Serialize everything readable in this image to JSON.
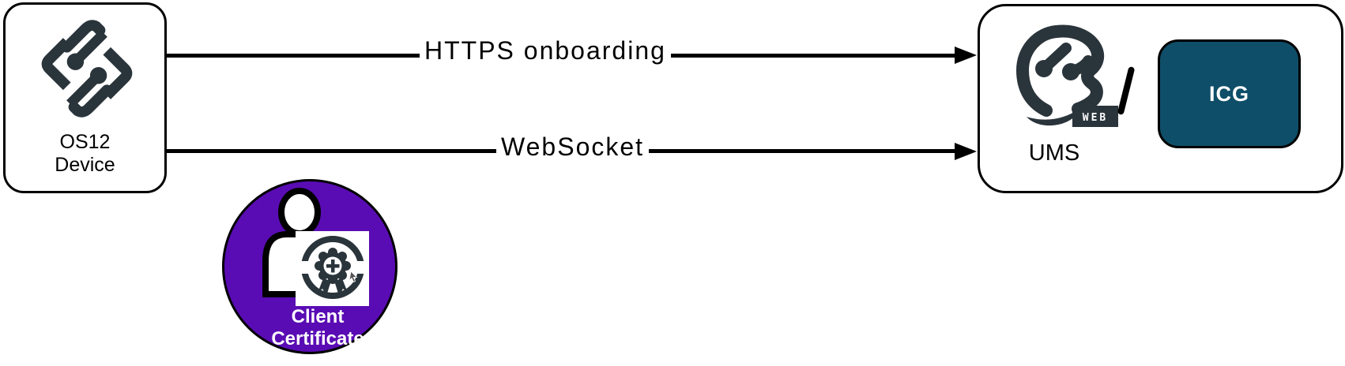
{
  "colors": {
    "logo_charcoal": "#2a343b",
    "certificate_purple": "#5a0cb4",
    "icg_teal": "#0f4e69",
    "line_black": "#000000",
    "background": "#ffffff"
  },
  "device_box": {
    "name_line1": "OS12",
    "name_line2": "Device"
  },
  "arrows": [
    {
      "label": "HTTPS onboarding"
    },
    {
      "label": "WebSocket"
    }
  ],
  "server_box": {
    "web_badge_label": "WEB",
    "separator": "/",
    "ums_label": "UMS",
    "icg_label": "ICG"
  },
  "certificate": {
    "label_line1": "Client",
    "label_line2": "Certificate"
  }
}
